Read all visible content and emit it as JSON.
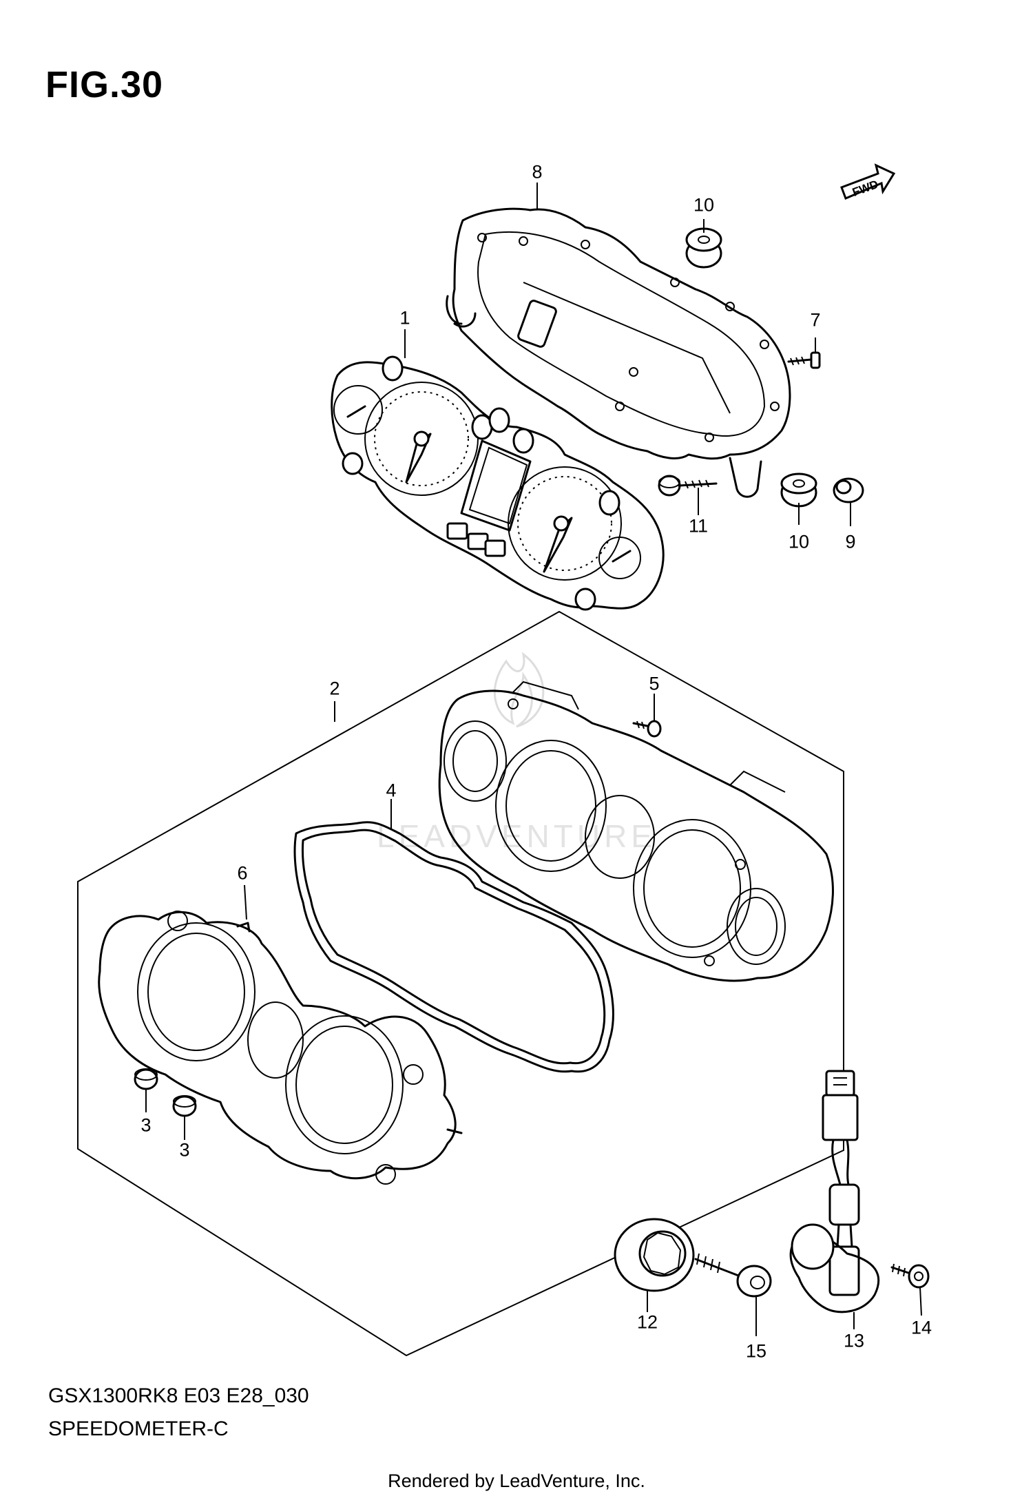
{
  "figure": {
    "title": "FIG.30",
    "model_code": "GSX1300RK8 E03 E28_030",
    "subtitle": "SPEEDOMETER-C",
    "footer": "Rendered by LeadVenture, Inc.",
    "fwd_label": "FWD",
    "watermark": "LEADVENTURE"
  },
  "callouts": [
    {
      "id": "8",
      "label": "8"
    },
    {
      "id": "10a",
      "label": "10"
    },
    {
      "id": "1",
      "label": "1"
    },
    {
      "id": "7",
      "label": "7"
    },
    {
      "id": "11",
      "label": "11"
    },
    {
      "id": "10b",
      "label": "10"
    },
    {
      "id": "9",
      "label": "9"
    },
    {
      "id": "2",
      "label": "2"
    },
    {
      "id": "5",
      "label": "5"
    },
    {
      "id": "4",
      "label": "4"
    },
    {
      "id": "6",
      "label": "6"
    },
    {
      "id": "3a",
      "label": "3"
    },
    {
      "id": "3b",
      "label": "3"
    },
    {
      "id": "12",
      "label": "12"
    },
    {
      "id": "15",
      "label": "15"
    },
    {
      "id": "13",
      "label": "13"
    },
    {
      "id": "14",
      "label": "14"
    }
  ]
}
